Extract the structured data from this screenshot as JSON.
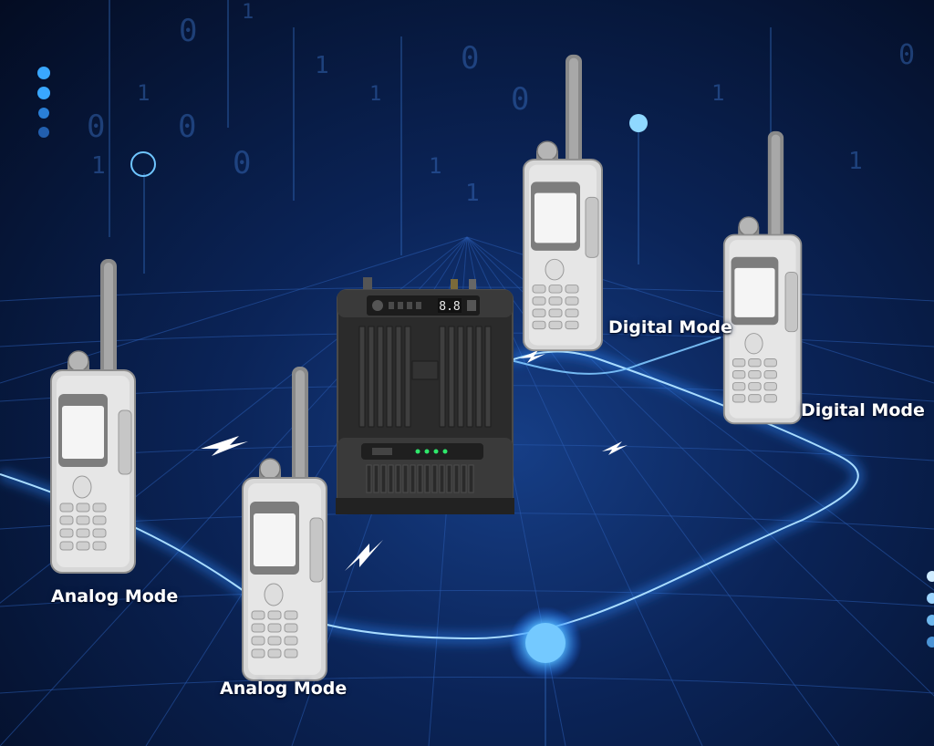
{
  "labels": {
    "analog_left": "Analog Mode",
    "analog_center": "Analog Mode",
    "digital_top": "Digital Mode",
    "digital_right": "Digital Mode"
  },
  "repeater": {
    "display": "8.8"
  },
  "colors": {
    "accent_glow": "#3aa8ff",
    "radio_body": "#d9d9d9",
    "repeater_body": "#2b2b2b",
    "status_led": "#2ee86b"
  },
  "icons": [
    "lightning-icon",
    "node-dot-icon",
    "radio-icon",
    "repeater-icon"
  ]
}
